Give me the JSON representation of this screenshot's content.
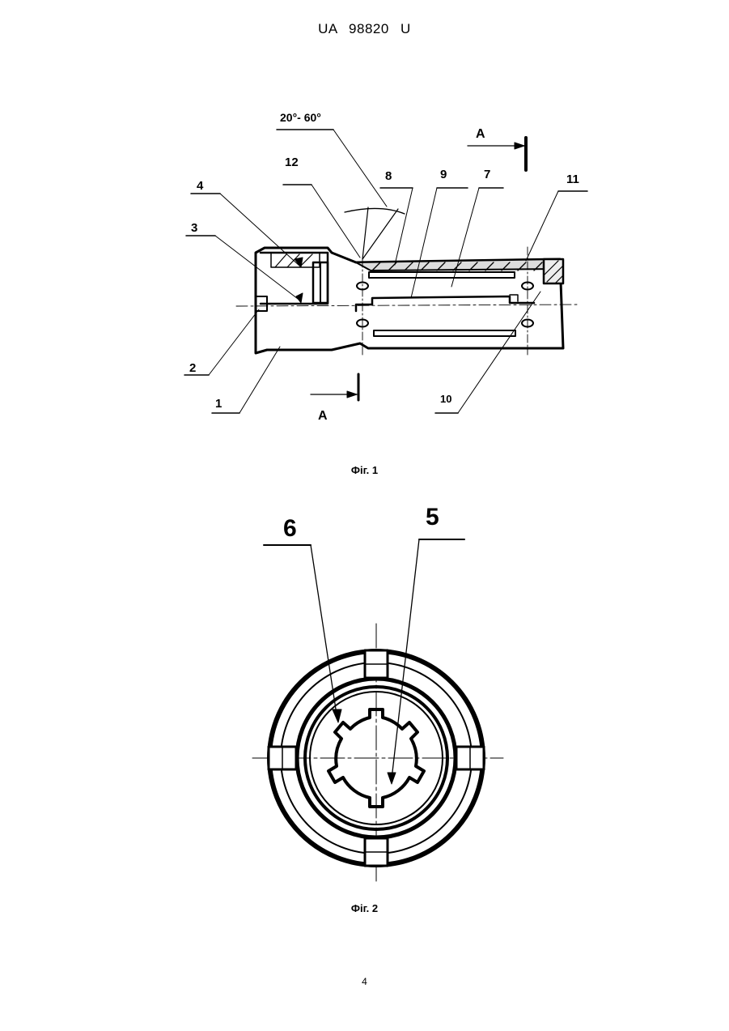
{
  "header": {
    "doc_number": "UA   98820   U"
  },
  "fig1": {
    "caption": "Фіг. 1",
    "angle_label": "20°- 60°",
    "section_marker": "A",
    "callouts": [
      "1",
      "2",
      "3",
      "4",
      "7",
      "8",
      "9",
      "10",
      "11",
      "12"
    ]
  },
  "fig2": {
    "caption": "Фіг. 2",
    "callouts": [
      "5",
      "6"
    ]
  },
  "page_number": "4"
}
